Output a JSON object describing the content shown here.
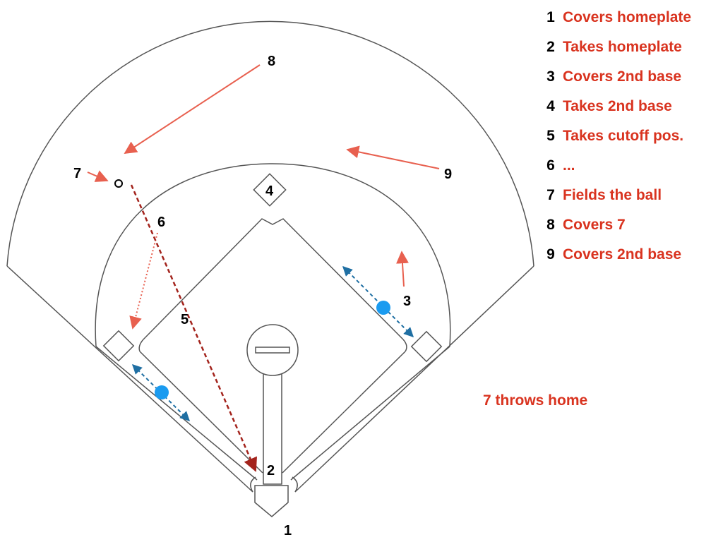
{
  "legend": [
    {
      "number": "1",
      "text": "Covers homeplate"
    },
    {
      "number": "2",
      "text": "Takes homeplate"
    },
    {
      "number": "3",
      "text": "Covers 2nd base"
    },
    {
      "number": "4",
      "text": "Takes 2nd base"
    },
    {
      "number": "5",
      "text": "Takes cutoff pos."
    },
    {
      "number": "6",
      "text": "..."
    },
    {
      "number": "7",
      "text": "Fields the ball"
    },
    {
      "number": "8",
      "text": "Covers 7"
    },
    {
      "number": "9",
      "text": "Covers 2nd base"
    }
  ],
  "note": "7 throws home",
  "position_labels": {
    "p1": "1",
    "p2": "2",
    "p3": "3",
    "p4": "4",
    "p5": "5",
    "p6": "6",
    "p7": "7",
    "p8": "8",
    "p9": "9"
  },
  "colors": {
    "label_red": "#d9331f",
    "arrow_red": "#e8604f",
    "throw_path": "#a3231c",
    "runner_blue": "#1a9bf0",
    "runner_path": "#1f6fa3",
    "field_line": "#555555"
  }
}
